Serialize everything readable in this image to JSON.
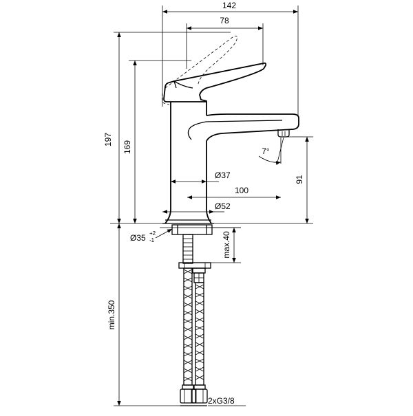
{
  "dimensions": {
    "width_overall": "142",
    "lever_width": "78",
    "height_overall": "197",
    "height_body": "169",
    "tilt_angle": "7°",
    "spout_height": "91",
    "body_diameter": "Ø37",
    "spout_reach": "100",
    "base_diameter": "Ø52",
    "hole_diameter": "Ø35",
    "hole_tol_plus": "+2",
    "hole_tol_minus": "-1",
    "max_thickness": "max.40",
    "hose_length": "min.350",
    "hose_thread": "2xG3/8"
  }
}
